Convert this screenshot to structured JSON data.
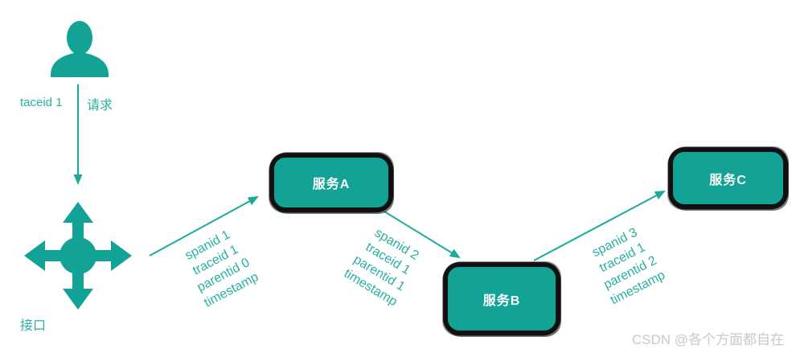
{
  "colors": {
    "teal": "#12a296",
    "line": "#1aab9b",
    "teal_text": "#28b1a2",
    "box_border": "#101010",
    "box_text": "#ffffff",
    "watermark_gray": "#c9c9c9",
    "background": "#ffffff"
  },
  "client": {
    "id_label": "taceid 1",
    "request_label": "请求"
  },
  "gateway": {
    "label": "接口"
  },
  "services": [
    {
      "name": "服务A"
    },
    {
      "name": "服务B"
    },
    {
      "name": "服务C"
    }
  ],
  "span_annotations": [
    {
      "lines": [
        "spanid 1",
        "traceid 1",
        "parentid 0",
        "timestamp"
      ]
    },
    {
      "lines": [
        "spanid 2",
        "traceid 1",
        "parentid 1",
        "timestamp"
      ]
    },
    {
      "lines": [
        "spanid 3",
        "traceid 1",
        "parentid 2",
        "timestamp"
      ]
    }
  ],
  "watermark": {
    "text": "CSDN @各个方面都自在"
  },
  "icons": {
    "client": "person-icon",
    "gateway": "move-arrows-icon"
  }
}
